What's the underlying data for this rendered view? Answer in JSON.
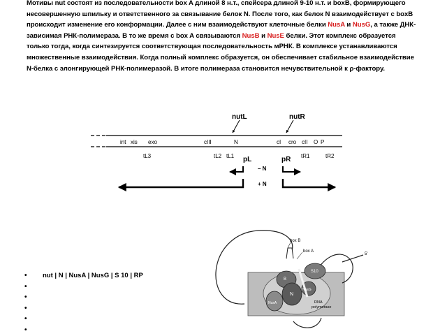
{
  "text": {
    "s1": "Мотивы nut состоят из последовательности box A длиной 8 н.т., спейсера длиной 9-10 н.т. и boxB, формирующего несовершенную шпильку и ответственного за связывание белок N. После того, как белок N взаимодействует с boxB происходит изменение его конформации. Далее с ним взаимодействуют клеточные белки ",
    "nusA": "NusA",
    "and": " и ",
    "nusG": "NusG",
    "s2": ", а также ДНК-зависимая РНК-полимераза. В то же время с box A связываются ",
    "nusB": "NusB",
    "and2": " и ",
    "nusE": "NusE",
    "s3": " белки. Этот комплекс образуется только тогда, когда синтезируется соответствующая последовательность мРНК. В комплексе устанавливаются множественные взаимодействия. Когда полный комплекс образуется, он обеспечивает стабильное взаимодействие N-белка с элонгирующей РНК-полимеразой. В итоге полимераза становится нечувствительной к ρ-фактору."
  },
  "colors": {
    "highlight": "#d81e1e"
  },
  "diagram1": {
    "nutL": "nutL",
    "nutR": "nutR",
    "genes": [
      "int",
      "xis",
      "exo",
      "cIII",
      "N",
      "cI",
      "cro",
      "cII",
      "O",
      "P"
    ],
    "terminators": [
      "tL3",
      "tL2",
      "tL1",
      "tR1",
      "tR2"
    ],
    "promoters": [
      "pL",
      "pR"
    ],
    "minusN": "– N",
    "plusN": "+ N"
  },
  "diagram2": {
    "labels": [
      "box B",
      "box A",
      "5'",
      "S10",
      "N",
      "B",
      "NusA",
      "NusG",
      "RNA",
      "polymerase"
    ]
  },
  "bullets": [
    "nut | N | NusA | NusG | S 10 | RP",
    "",
    "",
    "",
    "",
    ""
  ]
}
